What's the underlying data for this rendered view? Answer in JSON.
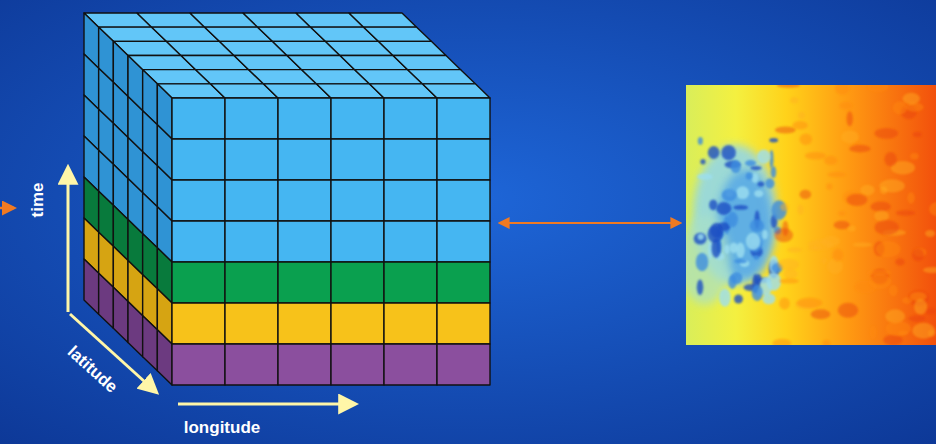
{
  "diagram": {
    "labels": [
      "time",
      "latitude",
      "longitude"
    ]
  }
}
